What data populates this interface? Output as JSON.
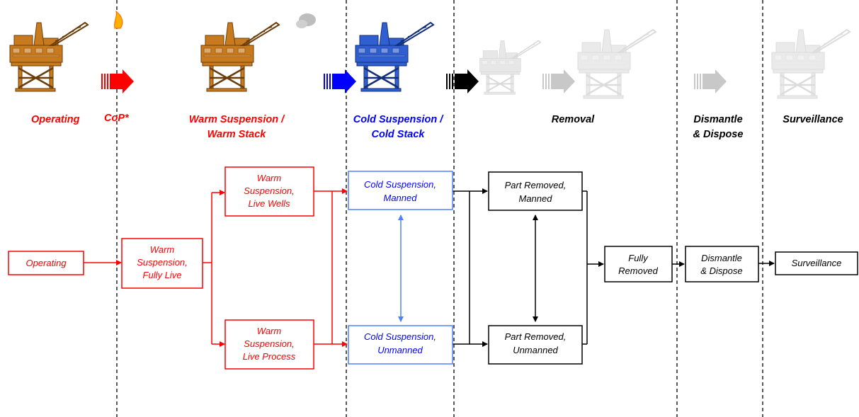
{
  "colors": {
    "red": "#ff0000",
    "blue": "#0000ff",
    "light_blue": "#4f81ff",
    "black": "#000000",
    "faded": "#c8c8c8",
    "rig_orange": "#c87a1e",
    "rig_blue": "#2f5fd0"
  },
  "icons": [
    "platform-flare-icon",
    "platform-smoke-icon",
    "platform-cold-icon",
    "platform-faded-icon",
    "transition-arrow-icon"
  ],
  "phases": {
    "operating": "Operating",
    "cop": "CoP*",
    "warm_1": "Warm Suspension /",
    "warm_2": "Warm Stack",
    "cold_1": "Cold Suspension /",
    "cold_2": "Cold Stack",
    "removal": "Removal",
    "dismantle_1": "Dismantle",
    "dismantle_2": "& Dispose",
    "surveillance": "Surveillance"
  },
  "boxes": {
    "operating": [
      "Operating"
    ],
    "warm_fully_live": [
      "Warm",
      "Suspension,",
      "Fully Live"
    ],
    "warm_live_wells": [
      "Warm",
      "Suspension,",
      "Live Wells"
    ],
    "warm_live_process": [
      "Warm",
      "Suspension,",
      "Live Process"
    ],
    "cold_manned": [
      "Cold Suspension,",
      "Manned"
    ],
    "cold_unmanned": [
      "Cold Suspension,",
      "Unmanned"
    ],
    "part_manned": [
      "Part Removed,",
      "Manned"
    ],
    "part_unmanned": [
      "Part Removed,",
      "Unmanned"
    ],
    "fully_removed": [
      "Fully",
      "Removed"
    ],
    "dismantle": [
      "Dismantle",
      "& Dispose"
    ],
    "surveillance": [
      "Surveillance"
    ]
  }
}
